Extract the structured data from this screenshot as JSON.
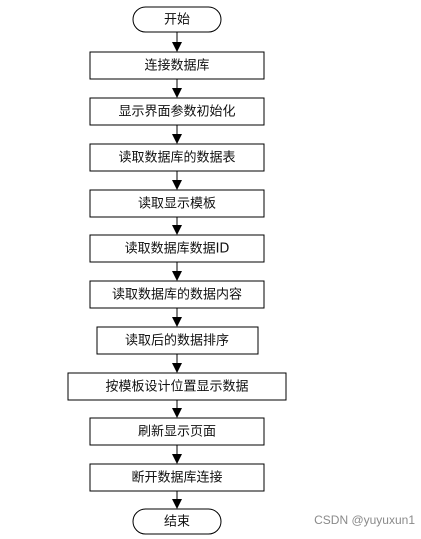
{
  "start_label": "开始",
  "end_label": "结束",
  "steps": [
    "连接数据库",
    "显示界面参数初始化",
    "读取数据库的数据表",
    "读取显示模板",
    "读取数据库数据ID",
    "读取数据库的数据内容",
    "读取后的数据排序",
    "按模板设计位置显示数据",
    "刷新显示页面",
    "断开数据库连接"
  ],
  "watermark": "CSDN @yuyuxun1"
}
